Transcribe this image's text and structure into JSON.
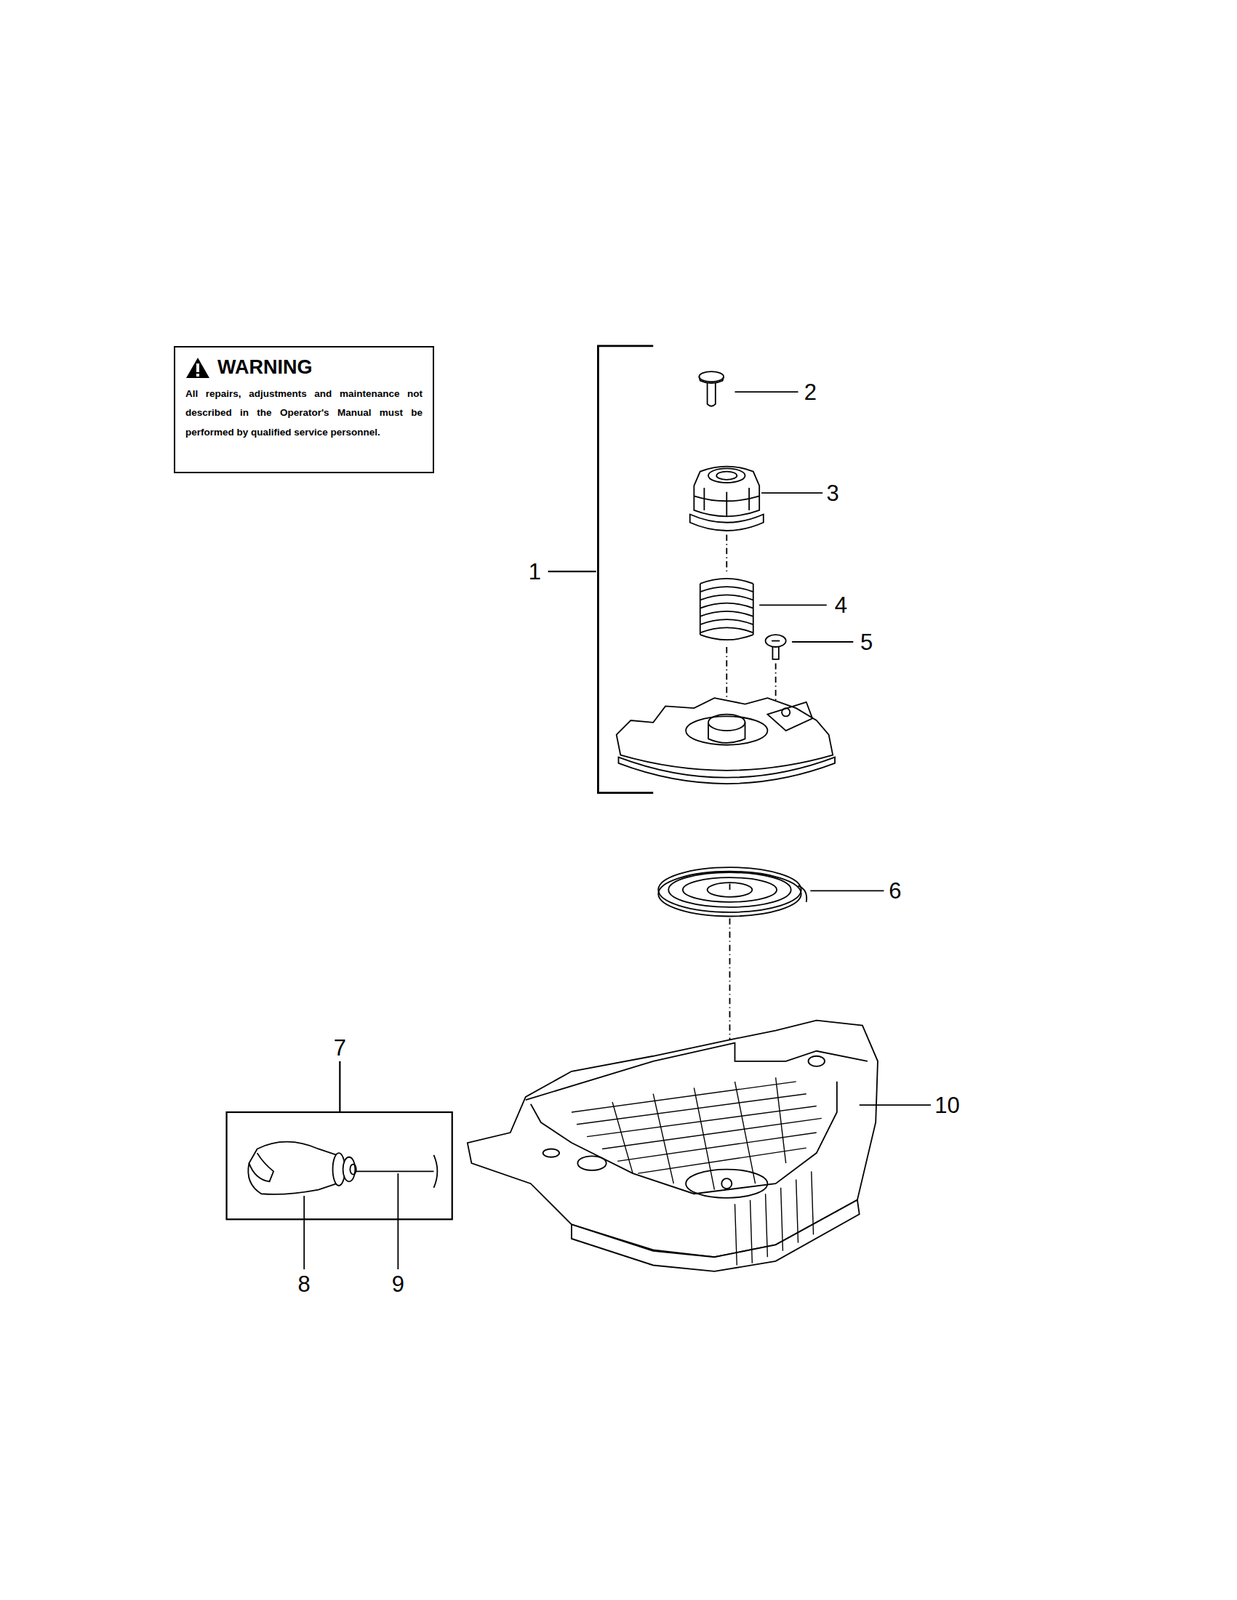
{
  "diagram": {
    "nodes": [
      {
        "text": [
          "WARNING",
          "All repairs, adjustments and maintenance not described in the Operator's Manual must be performed by qualified service personnel."
        ]
      }
    ],
    "labels": [
      "2",
      "3",
      "1",
      "4",
      "5",
      "6",
      "7",
      "10",
      "8",
      "9"
    ]
  }
}
